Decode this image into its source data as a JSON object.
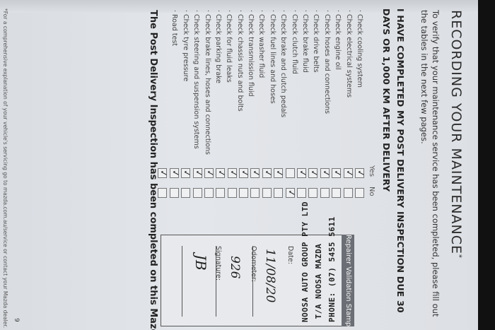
{
  "page": {
    "heading": "RECORDING YOUR MAINTENANCE",
    "heading_suffix": "*",
    "intro": "To verify that your maintenance service has been completed, please fill out the tables in the next few pages.",
    "subheading": "I HAVE COMPLETED MY POST DELIVERY INSPECTION DUE 30 DAYS OR 1,000 KM AFTER DELIVERY",
    "columns": {
      "yes": "Yes",
      "no": "No"
    },
    "checklist": [
      {
        "label": "· Check cooling system",
        "yes": true,
        "no": false
      },
      {
        "label": "· Check electrical systems",
        "yes": true,
        "no": false
      },
      {
        "label": "· Check engine oil",
        "yes": true,
        "no": false
      },
      {
        "label": "· Check hoses and connections",
        "yes": true,
        "no": false
      },
      {
        "label": "· Check drive belts",
        "yes": true,
        "no": false
      },
      {
        "label": "· Check brake fluid",
        "yes": true,
        "no": false
      },
      {
        "label": "· Check clutch fluid",
        "yes": false,
        "no": true
      },
      {
        "label": "· Check brake and clutch pedals",
        "yes": true,
        "no": false
      },
      {
        "label": "· Check fuel lines and hoses",
        "yes": true,
        "no": false
      },
      {
        "label": "· Check washer fluid",
        "yes": true,
        "no": false
      },
      {
        "label": "· Check transmission fluid",
        "yes": true,
        "no": false
      },
      {
        "label": "· Check chassis nuts and bolts",
        "yes": true,
        "no": false
      },
      {
        "label": "· Check for fluid leaks",
        "yes": true,
        "no": false
      },
      {
        "label": "· Check parking brake",
        "yes": true,
        "no": false
      },
      {
        "label": "· Check brake lines, hoses and connections",
        "yes": true,
        "no": false
      },
      {
        "label": "· Check steering and suspension systems",
        "yes": true,
        "no": false
      },
      {
        "label": "· Check tyre pressure",
        "yes": true,
        "no": false
      },
      {
        "label": "· Road test",
        "yes": true,
        "no": false
      }
    ],
    "stamp": {
      "title": "Repairer Validation Stamp",
      "line1": "NOOSA AUTO GROUP PTY LTD",
      "line2": "T/A NOOSA MAZDA",
      "line3": "PHONE: (07) 5455 5611"
    },
    "fields": {
      "date_label": "Date:",
      "date_value": "11/08/20",
      "odometer_label": "Odometer:",
      "odometer_value": "926",
      "signature_label": "Signature:",
      "signature_value": "JB"
    },
    "completed": "The Post Delivery Inspection has been completed on this Mazda.",
    "footnote": "*For a comprehensive explanation of your vehicle's servicing go to mazda.com.au/service or contact your Mazda dealer.",
    "page_number": "9"
  }
}
